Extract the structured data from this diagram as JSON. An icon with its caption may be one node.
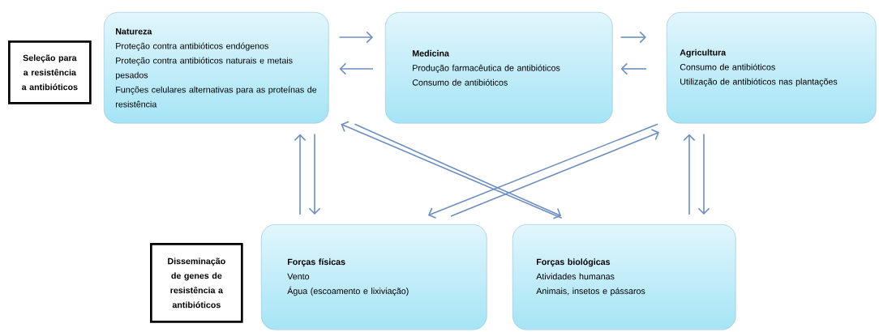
{
  "diagram": {
    "nodes": [
      {
        "text": [
          "Seleção para a resistência a antibióticos"
        ]
      },
      {
        "text": [
          "Natureza",
          "Proteção contra antibióticos endógenos",
          "Proteção contra antibióticos naturais e metais pesados",
          "Funções celulares alternativas para as proteínas de resistência"
        ]
      },
      {
        "text": [
          "Medicina",
          "Produção farmacêutica de antibióticos",
          "Consumo de antibióticos"
        ]
      },
      {
        "text": [
          "Agricultura",
          "Consumo de antibióticos",
          "Utilização de antibióticos nas plantações"
        ]
      },
      {
        "text": [
          "Disseminação de genes de resistência a antibióticos"
        ]
      },
      {
        "text": [
          "Forças físicas",
          "Vento",
          "Água (escoamento e lixiviação)"
        ]
      },
      {
        "text": [
          "Forças biológicas",
          "Atividades humanas",
          "Animais, insetos e pássaros"
        ]
      }
    ],
    "edges": [
      {
        "from": 1,
        "to": 2,
        "arrow": "to"
      },
      {
        "from": 2,
        "to": 1,
        "arrow": "to"
      },
      {
        "from": 2,
        "to": 3,
        "arrow": "to"
      },
      {
        "from": 3,
        "to": 2,
        "arrow": "to"
      },
      {
        "from": 5,
        "to": 1,
        "arrow": "to"
      },
      {
        "from": 1,
        "to": 5,
        "arrow": "to"
      },
      {
        "from": 6,
        "to": 3,
        "arrow": "to"
      },
      {
        "from": 3,
        "to": 6,
        "arrow": "to"
      },
      {
        "from": 6,
        "to": 1,
        "arrow": "to"
      },
      {
        "from": 1,
        "to": 6,
        "arrow": "to"
      },
      {
        "from": 5,
        "to": 3,
        "arrow": "to"
      },
      {
        "from": 3,
        "to": 5,
        "arrow": "to"
      }
    ]
  }
}
